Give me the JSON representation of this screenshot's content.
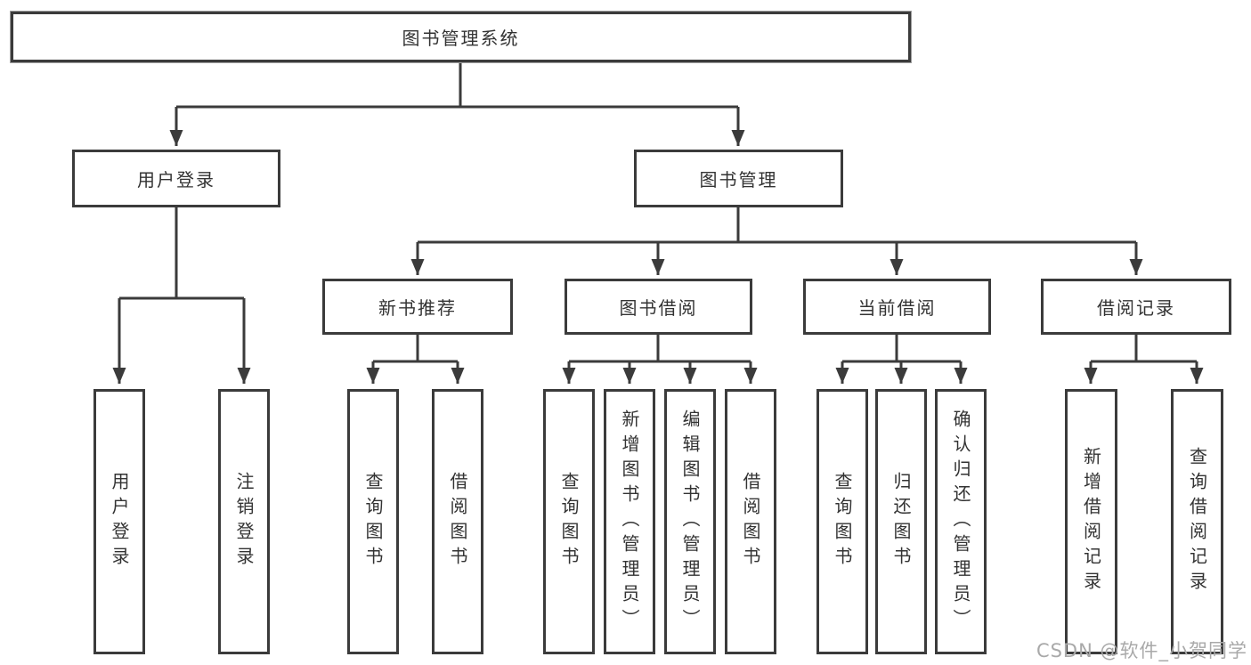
{
  "diagram": {
    "title": "图书管理系统",
    "root": {
      "label": "图书管理系统"
    },
    "level2": [
      {
        "label": "用户登录"
      },
      {
        "label": "图书管理"
      }
    ],
    "level3": [
      {
        "label": "新书推荐"
      },
      {
        "label": "图书借阅"
      },
      {
        "label": "当前借阅"
      },
      {
        "label": "借阅记录"
      }
    ],
    "leaves": {
      "user_login": [
        "用户登录",
        "注销登录"
      ],
      "new_book": [
        "查询图书",
        "借阅图书"
      ],
      "book_borrow": [
        "查询图书",
        "新增图书（管理员）",
        "编辑图书（管理员）",
        "借阅图书"
      ],
      "current_borrow": [
        "查询图书",
        "归还图书",
        "确认归还（管理员）"
      ],
      "borrow_record": [
        "新增借阅记录",
        "查询借阅记录"
      ]
    }
  },
  "watermark": "CSDN @软件_小贺同学",
  "colors": {
    "line": "#3b3b3b",
    "text": "#333333",
    "watermark": "#a9a9a9",
    "background": "#ffffff"
  }
}
